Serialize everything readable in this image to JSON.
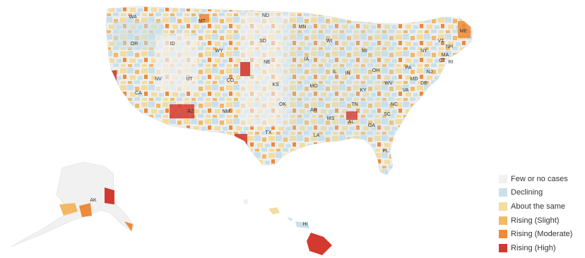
{
  "legend": {
    "items": [
      {
        "label": "Few or no cases",
        "color": "#f1f1f1",
        "key": "few"
      },
      {
        "label": "Declining",
        "color": "#c9e0ea",
        "key": "declining"
      },
      {
        "label": "About the same",
        "color": "#f3dc9e",
        "key": "same"
      },
      {
        "label": "Rising (Slight)",
        "color": "#f2b865",
        "key": "slight"
      },
      {
        "label": "Rising (Moderate)",
        "color": "#ee8a3a",
        "key": "moderate"
      },
      {
        "label": "Rising (High)",
        "color": "#d33a2f",
        "key": "high"
      }
    ]
  },
  "states": [
    {
      "abbr": "WA",
      "trend": "declining"
    },
    {
      "abbr": "OR",
      "trend": "declining"
    },
    {
      "abbr": "ID",
      "trend": "declining"
    },
    {
      "abbr": "MT",
      "trend": "slight"
    },
    {
      "abbr": "WY",
      "trend": "few"
    },
    {
      "abbr": "NV",
      "trend": "declining"
    },
    {
      "abbr": "UT",
      "trend": "few"
    },
    {
      "abbr": "CA",
      "trend": "same"
    },
    {
      "abbr": "AZ",
      "trend": "high"
    },
    {
      "abbr": "CO",
      "trend": "slight"
    },
    {
      "abbr": "NM",
      "trend": "declining"
    },
    {
      "abbr": "ND",
      "trend": "few"
    },
    {
      "abbr": "SD",
      "trend": "few"
    },
    {
      "abbr": "NE",
      "trend": "few"
    },
    {
      "abbr": "KS",
      "trend": "few"
    },
    {
      "abbr": "OK",
      "trend": "slight"
    },
    {
      "abbr": "TX",
      "trend": "declining"
    },
    {
      "abbr": "MN",
      "trend": "slight"
    },
    {
      "abbr": "IA",
      "trend": "slight"
    },
    {
      "abbr": "MO",
      "trend": "declining"
    },
    {
      "abbr": "AR",
      "trend": "declining"
    },
    {
      "abbr": "LA",
      "trend": "declining"
    },
    {
      "abbr": "WI",
      "trend": "slight"
    },
    {
      "abbr": "IL",
      "trend": "declining"
    },
    {
      "abbr": "MI",
      "trend": "slight"
    },
    {
      "abbr": "IN",
      "trend": "slight"
    },
    {
      "abbr": "OH",
      "trend": "declining"
    },
    {
      "abbr": "KY",
      "trend": "declining"
    },
    {
      "abbr": "TN",
      "trend": "slight"
    },
    {
      "abbr": "MS",
      "trend": "declining"
    },
    {
      "abbr": "AL",
      "trend": "moderate"
    },
    {
      "abbr": "GA",
      "trend": "slight"
    },
    {
      "abbr": "FL",
      "trend": "declining"
    },
    {
      "abbr": "SC",
      "trend": "declining"
    },
    {
      "abbr": "NC",
      "trend": "declining"
    },
    {
      "abbr": "VA",
      "trend": "same"
    },
    {
      "abbr": "WV",
      "trend": "slight"
    },
    {
      "abbr": "PA",
      "trend": "slight"
    },
    {
      "abbr": "NY",
      "trend": "declining"
    },
    {
      "abbr": "MD",
      "trend": "same"
    },
    {
      "abbr": "DE",
      "trend": "declining"
    },
    {
      "abbr": "NJ",
      "trend": "declining"
    },
    {
      "abbr": "CT",
      "trend": "declining"
    },
    {
      "abbr": "RI",
      "trend": "declining"
    },
    {
      "abbr": "MA",
      "trend": "slight"
    },
    {
      "abbr": "VT",
      "trend": "declining"
    },
    {
      "abbr": "NH",
      "trend": "declining"
    },
    {
      "abbr": "ME",
      "trend": "moderate"
    },
    {
      "abbr": "AK",
      "trend": "few"
    },
    {
      "abbr": "HI",
      "trend": "declining"
    }
  ]
}
